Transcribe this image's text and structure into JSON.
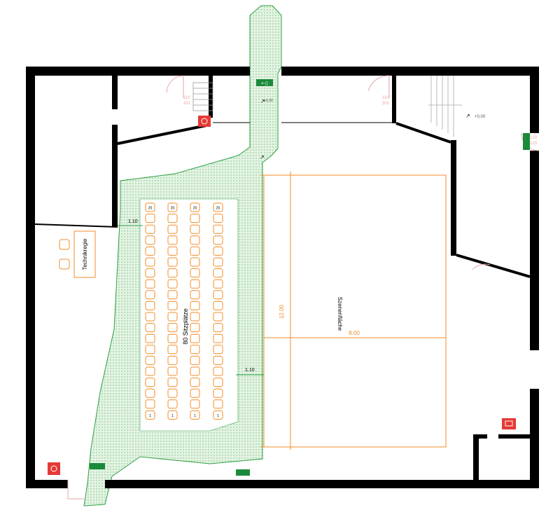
{
  "labels": {
    "technikregie": "Technikregie",
    "seating": "80 Sitzplätze",
    "stage": "Szenenfläche",
    "stage_depth": "12.00",
    "stage_width": "8.00",
    "aisle_top": "1.10",
    "aisle_right": "1.10",
    "door_left_top": "110",
    "door_left_bottom": "201",
    "door_center_top": "110",
    "door_center_bottom": "201",
    "door_right_top": "120",
    "door_right_bottom": "213",
    "level_mark": "+0,00",
    "corridor_note": "+0,00"
  },
  "seating": {
    "rows_per_column": 20,
    "columns": 4,
    "top_seat_label": "20",
    "bottom_seat_label": "1"
  },
  "colors": {
    "wall": "#000000",
    "escape_route": "#2ea043",
    "escape_fill": "#dff0df",
    "seat": "#f28c28",
    "stage": "#f28c28",
    "fire_equipment": "#e53935",
    "exit_sign": "#1b8a3a",
    "door_line": "#e7a3a3"
  },
  "icons": [
    "fire-extinguisher-icon",
    "emergency-exit-sign-icon",
    "fire-alarm-icon"
  ]
}
